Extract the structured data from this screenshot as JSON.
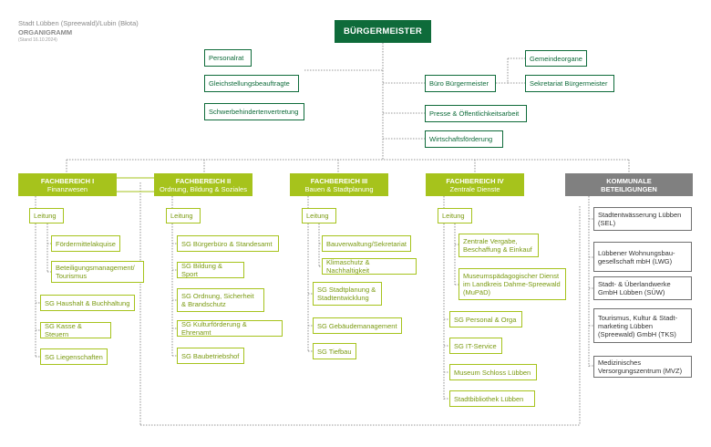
{
  "header": {
    "city": "Stadt Lübben (Spreewald)/Lubin (Błota)",
    "title": "ORGANIGRAMM",
    "date": "(Stand 16.10.2024)"
  },
  "mayor": "BÜRGERMEISTER",
  "staff_left": [
    "Personalrat",
    "Gleichstellungsbeauftragte",
    "Schwerbehindertenvertretung"
  ],
  "staff_right": {
    "buero": "Büro Bürgermeister",
    "gemeindeorgane": "Gemeindeorgane",
    "sekretariat": "Sekretariat Bürgermeister",
    "presse": "Presse & Öffentlichkeitsarbeit",
    "wirtschaft": "Wirtschaftsförderung"
  },
  "fb1": {
    "title": "FACHBEREICH I",
    "subtitle": "Finanzwesen",
    "lead": "Leitung",
    "sub": [
      "Fördermittelakquise",
      "Beteiligungsmanagement/ Tourismus"
    ],
    "units": [
      "SG Haushalt & Buchhaltung",
      "SG Kasse & Steuern",
      "SG Liegenschaften"
    ]
  },
  "fb2": {
    "title": "FACHBEREICH II",
    "subtitle": "Ordnung, Bildung & Soziales",
    "lead": "Leitung",
    "units": [
      "SG Bürgerbüro & Standesamt",
      "SG Bildung & Sport",
      "SG Ordnung, Sicherheit & Brandschutz",
      "SG Kulturförderung & Ehrenamt",
      "SG Baubetriebshof"
    ]
  },
  "fb3": {
    "title": "FACHBEREICH III",
    "subtitle": "Bauen & Stadtplanung",
    "lead": "Leitung",
    "sub": [
      "Bauverwaltung/Sekretariat",
      "Klimaschutz & Nachhaltigkeit"
    ],
    "units": [
      "SG Stadtplanung & Stadtentwicklung",
      "SG Gebäudemanagement",
      "SG Tiefbau"
    ]
  },
  "fb4": {
    "title": "FACHBEREICH IV",
    "subtitle": "Zentrale Dienste",
    "lead": "Leitung",
    "sub": [
      "Zentrale Vergabe, Beschaffung & Einkauf",
      "Museumspädagogischer Dienst im Landkreis Dahme-Spreewald (MuPäD)"
    ],
    "units": [
      "SG Personal & Orga",
      "SG IT-Service",
      "Museum Schloss Lübben",
      "Stadtbibliothek Lübben"
    ]
  },
  "kommunal": {
    "title": "KOMMUNALE BETEILIGUNGEN",
    "items": [
      "Stadtentwässerung Lübben (SEL)",
      "Lübbener Wohnungsbau-gesellschaft mbH (LWG)",
      "Stadt- & Überlandwerke GmbH Lübben (SÜW)",
      "Tourismus, Kultur & Stadt-marketing Lübben (Spreewald) GmbH (TKS)",
      "Medizinisches Versorgungszentrum (MVZ)"
    ]
  },
  "colors": {
    "dark_green": "#0e6b3a",
    "light_green": "#a6c31c",
    "gray": "#808080"
  }
}
